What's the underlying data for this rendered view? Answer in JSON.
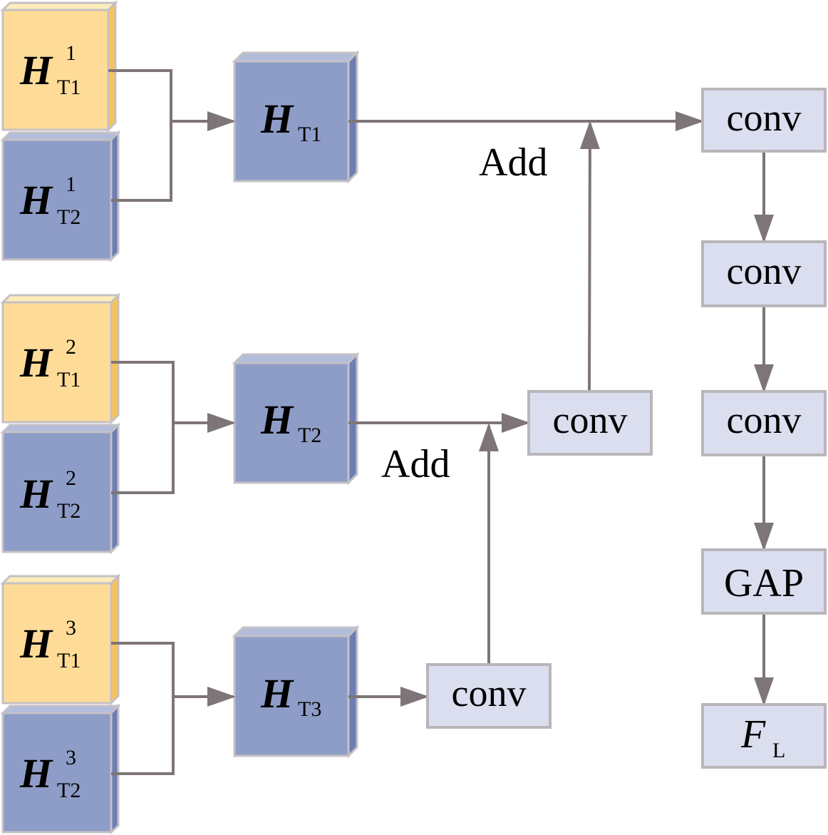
{
  "colors": {
    "yellow_face": "#FEDC98",
    "yellow_top": "#FEEDBB",
    "yellow_side": "#F9C356",
    "blue_face": "#8E9DC7",
    "blue_top": "#B2BDDC",
    "blue_side": "#6D7DB5",
    "cube_border": "#C4C1C5",
    "conv_fill": "#DADEEF",
    "conv_border": "#B9B6BA",
    "arrow": "#7E7576",
    "text": "#000000"
  },
  "inputs": [
    {
      "group": 1,
      "t1": {
        "base": "H",
        "sup": "1",
        "sub": "T1"
      },
      "t2": {
        "base": "H",
        "sup": "1",
        "sub": "T2"
      }
    },
    {
      "group": 2,
      "t1": {
        "base": "H",
        "sup": "2",
        "sub": "T1"
      },
      "t2": {
        "base": "H",
        "sup": "2",
        "sub": "T2"
      }
    },
    {
      "group": 3,
      "t1": {
        "base": "H",
        "sup": "3",
        "sub": "T1"
      },
      "t2": {
        "base": "H",
        "sup": "3",
        "sub": "T2"
      }
    }
  ],
  "fused": [
    {
      "base": "H",
      "sub": "T1"
    },
    {
      "base": "H",
      "sub": "T2"
    },
    {
      "base": "H",
      "sub": "T3"
    }
  ],
  "add_labels": [
    "Add",
    "Add"
  ],
  "conv_label": "conv",
  "pipeline": [
    "conv",
    "conv",
    "conv",
    "GAP"
  ],
  "output": {
    "base": "F",
    "sub": "L"
  }
}
